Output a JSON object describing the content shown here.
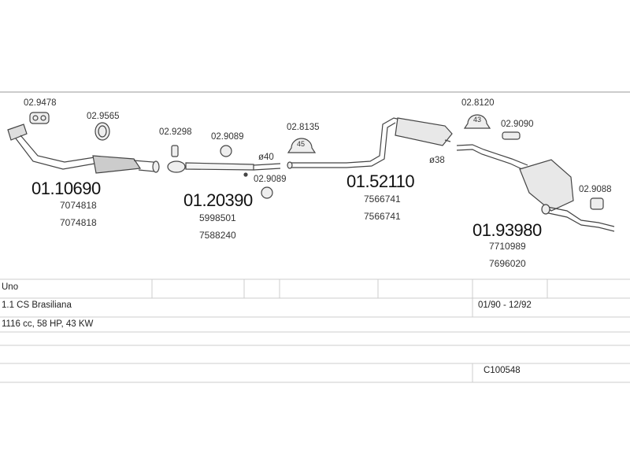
{
  "diagram": {
    "small_parts": {
      "p1": "02.9478",
      "p2": "02.9565",
      "p3": "02.9298",
      "p4": "02.9089",
      "p5": "02.8135",
      "p6": "02.9089",
      "p7": "02.8120",
      "p8": "02.9090",
      "p9": "02.9088"
    },
    "diameters": {
      "d1": "ø40",
      "d2": "ø38"
    },
    "clamp_sizes": {
      "c1": "45",
      "c2": "43"
    },
    "main_parts": [
      {
        "code": "01.10690",
        "refs": [
          "7074818",
          "7074818"
        ]
      },
      {
        "code": "01.20390",
        "refs": [
          "5998501",
          "7588240"
        ]
      },
      {
        "code": "01.52110",
        "refs": [
          "7566741",
          "7566741"
        ]
      },
      {
        "code": "01.93980",
        "refs": [
          "7710989",
          "7696020"
        ]
      }
    ]
  },
  "table": {
    "model": "Uno",
    "version": "1.1 CS Brasiliana",
    "period": "01/90 - 12/92",
    "engine": "1116 cc, 58 HP, 43 KW",
    "code": "C100548"
  }
}
